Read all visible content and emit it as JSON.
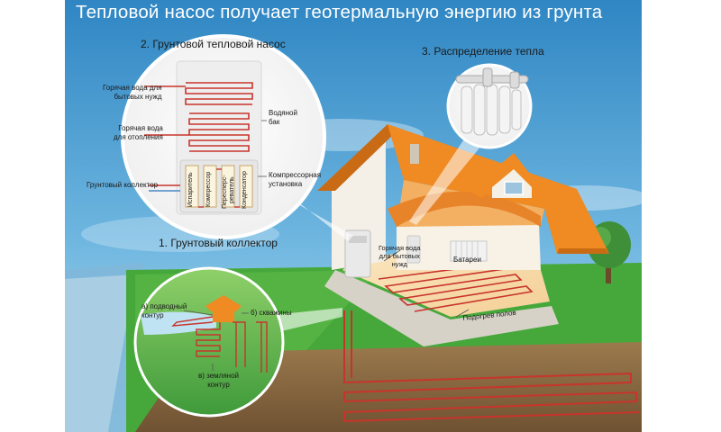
{
  "title": "Тепловой насос получает геотермальную энергию из грунта",
  "sections": {
    "pump": "2. Грунтовой тепловой насос",
    "distribution": "3. Распределение тепла",
    "collector": "1. Грунтовый коллектор"
  },
  "pump_labels": {
    "hot_water_domestic_l1": "Горячая вода для",
    "hot_water_domestic_l2": "бытовых нужд",
    "hot_water_heating_l1": "Горячая вода",
    "hot_water_heating_l2": "для отопления",
    "ground_collector": "Грунтовый коллектор",
    "water_tank_l1": "Водяной",
    "water_tank_l2": "бак",
    "compressor_unit_l1": "Компрессорная",
    "compressor_unit_l2": "установка",
    "evaporator": "Испаритель",
    "compressor": "Компрессор",
    "regulator_l1": "Пересперс-",
    "regulator_l2": "реватель",
    "condenser": "Конденсатор"
  },
  "house_labels": {
    "hot_water_l1": "Горячая вода",
    "hot_water_l2": "для бытовых",
    "hot_water_l3": "нужд",
    "batteries": "Батареи",
    "floor_heating": "Подогрев полов"
  },
  "collector_labels": {
    "underwater_l1": "а) подводный",
    "underwater_l2": "контур",
    "wells": "б) скважины",
    "earth_l1": "в) земляной",
    "earth_l2": "контур"
  },
  "colors": {
    "sky_top": "#3d93c9",
    "sky_bottom": "#9fd0ea",
    "grass": "#3fa437",
    "soil": "#8b6b44",
    "roof": "#f08a22",
    "pipe": "#c8342c",
    "side_band": "#ffffff"
  }
}
